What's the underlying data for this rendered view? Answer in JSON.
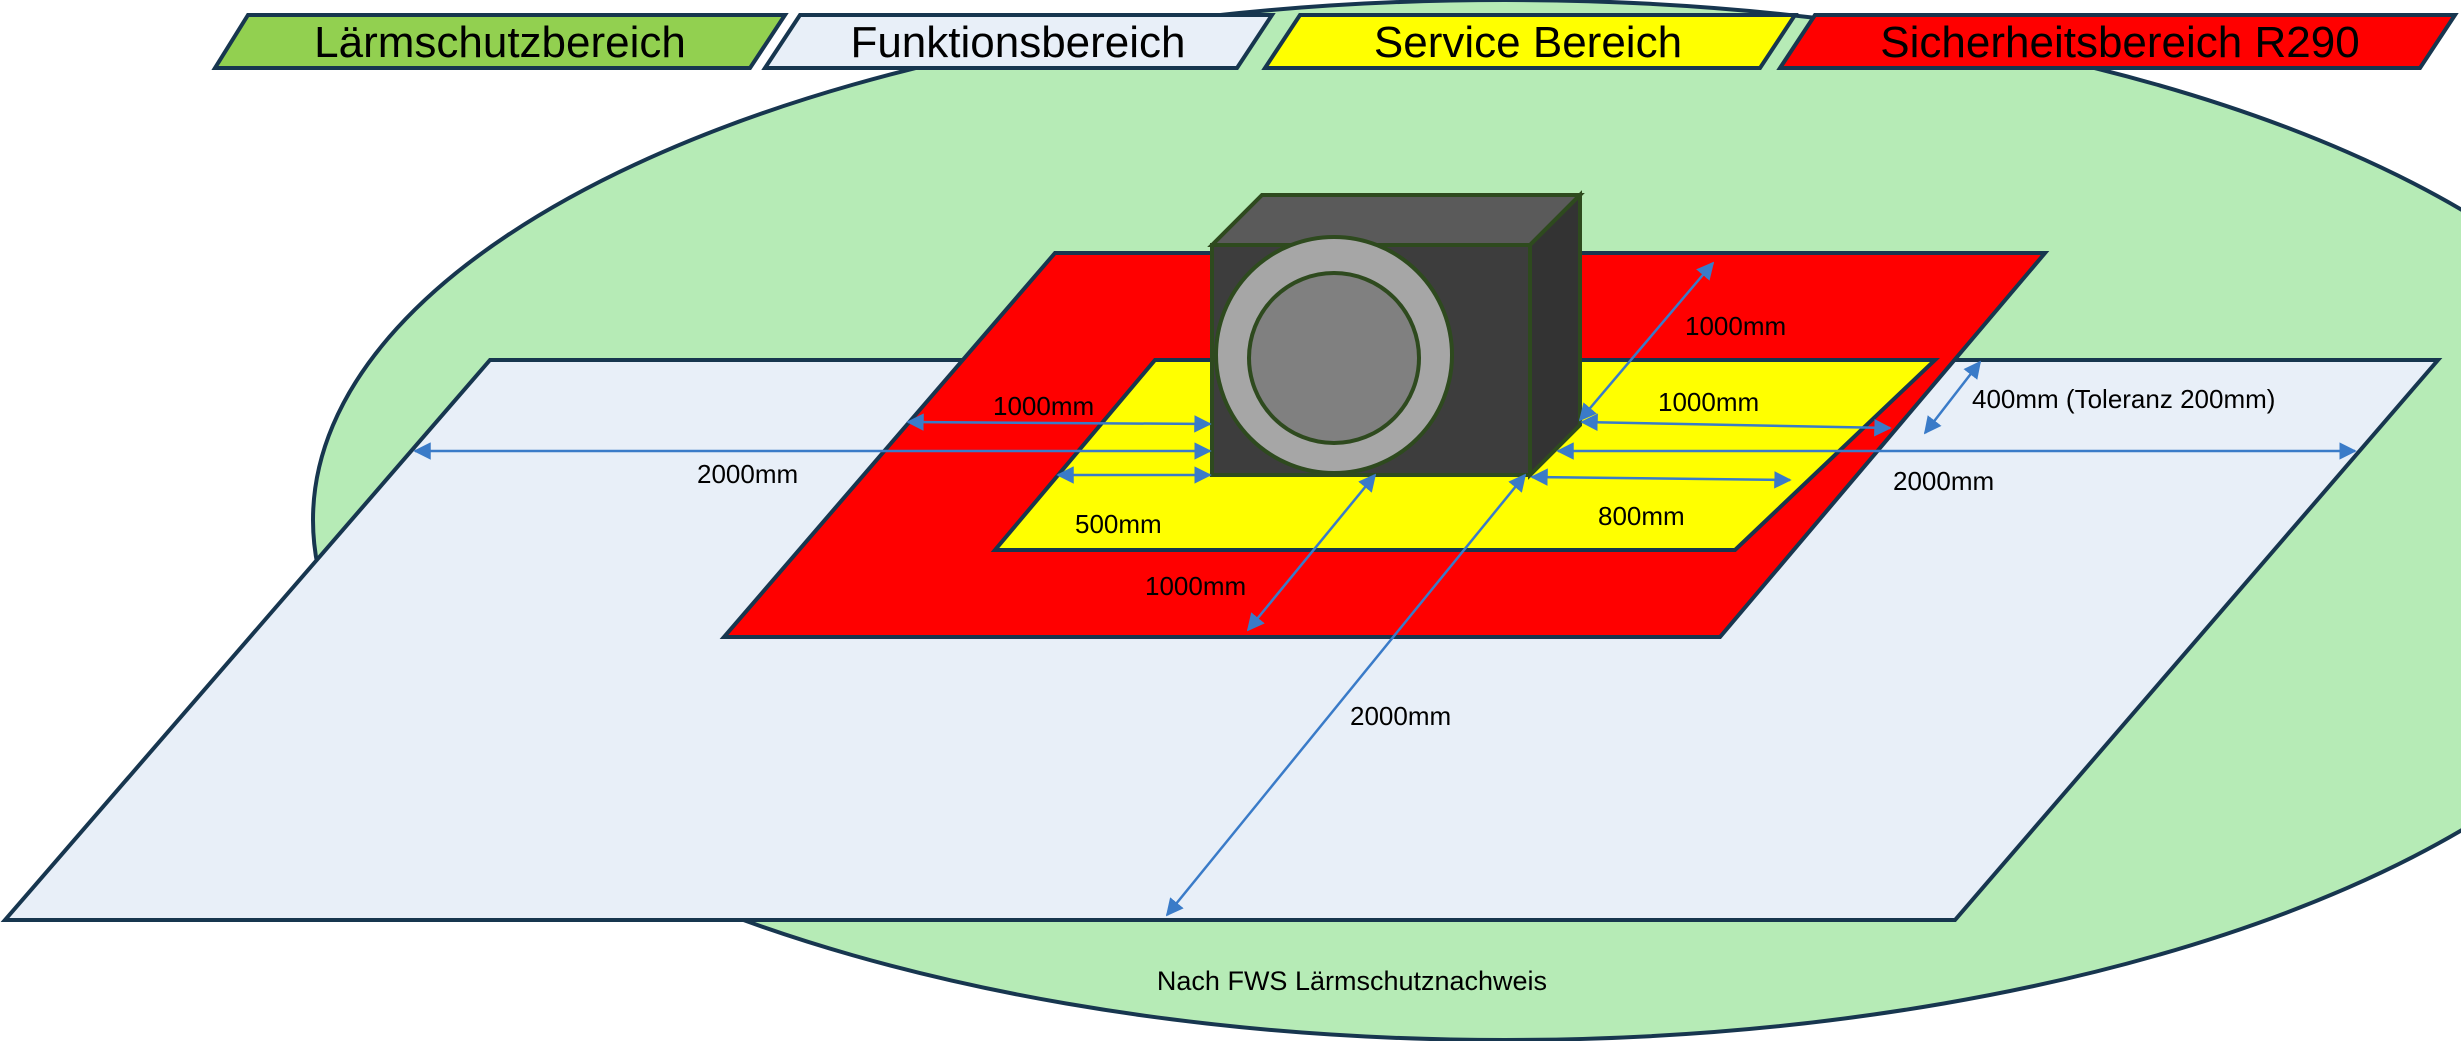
{
  "legend": [
    {
      "label": "Lärmschutzbereich",
      "color": "#92d050",
      "text_color": "#000000"
    },
    {
      "label": "Funktionsbereich",
      "color": "#e8eff8",
      "text_color": "#000000"
    },
    {
      "label": "Service Bereich",
      "color": "#ffff00",
      "text_color": "#000000"
    },
    {
      "label": "Sicherheitsbereich R290",
      "color": "#ff0000",
      "text_color": "#000000"
    }
  ],
  "zones": {
    "noise_color": "#b6ebb6",
    "function_color": "#e8eff8",
    "safety_color": "#ff0000",
    "service_color": "#ffff00",
    "outline_color": "#17364f"
  },
  "unit": {
    "top_color": "#5a5a5a",
    "front_color": "#3d3d3d",
    "side_color": "#333333",
    "fan_outer_color": "#a6a6a6",
    "fan_inner_color": "#808080",
    "outline_color": "#2e4a1e"
  },
  "dimension_color": "#3a7bc8",
  "dimensions": {
    "left_safety": "1000mm",
    "left_function": "2000mm",
    "left_service": "500mm",
    "front_safety": "1000mm",
    "front_function": "2000mm",
    "back_safety": "1000mm",
    "right_service_top": "1000mm",
    "right_service_bottom": "800mm",
    "right_function": "2000mm",
    "back_function": "400mm (Toleranz 200mm)"
  },
  "note": "Nach FWS Lärmschutznachweis"
}
